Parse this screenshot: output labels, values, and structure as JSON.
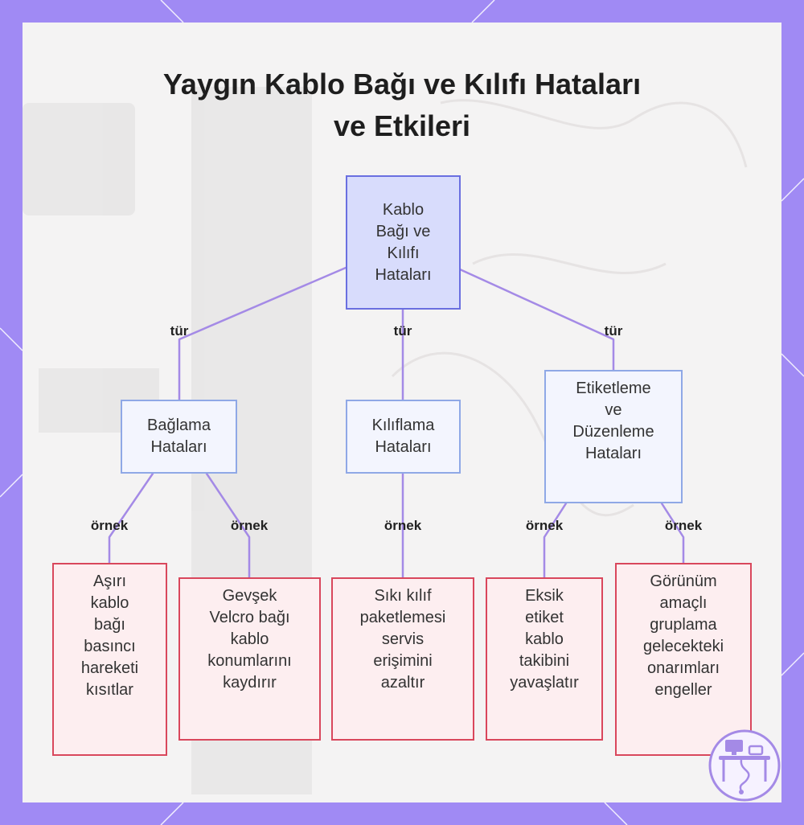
{
  "title": {
    "line1": "Yaygın Kablo Bağı ve Kılıfı Hataları",
    "line2": "ve Etkileri"
  },
  "root": {
    "lines": [
      "Kablo",
      "Bağı ve",
      "Kılıfı",
      "Hataları"
    ]
  },
  "categories": [
    {
      "lines": [
        "Bağlama",
        "Hataları"
      ]
    },
    {
      "lines": [
        "Kılıflama",
        "Hataları"
      ]
    },
    {
      "lines": [
        "Etiketleme",
        "ve",
        "Düzenleme",
        "Hataları"
      ]
    }
  ],
  "examples": [
    {
      "lines": [
        "Aşırı",
        "kablo",
        "bağı",
        "basıncı",
        "hareketi",
        "kısıtlar"
      ]
    },
    {
      "lines": [
        "Gevşek",
        "Velcro bağı",
        "kablo",
        "konumlarını",
        "kaydırır"
      ]
    },
    {
      "lines": [
        "Sıkı kılıf",
        "paketlemesi",
        "servis",
        "erişimini",
        "azaltır"
      ]
    },
    {
      "lines": [
        "Eksik",
        "etiket",
        "kablo",
        "takibini",
        "yavaşlatır"
      ]
    },
    {
      "lines": [
        "Görünüm",
        "amaçlı",
        "gruplama",
        "gelecekteki",
        "onarımları",
        "engeller"
      ]
    }
  ],
  "edge_labels": {
    "type": "tür",
    "example": "örnek"
  },
  "colors": {
    "frame": "#a08af4",
    "root_fill": "#d8dcfc",
    "category_fill": "#f3f5fe",
    "example_fill": "#fdeef0",
    "example_border": "#d9475c",
    "edge": "#a48ae6"
  },
  "logo": {
    "icon": "desk-computer-logo-icon"
  }
}
